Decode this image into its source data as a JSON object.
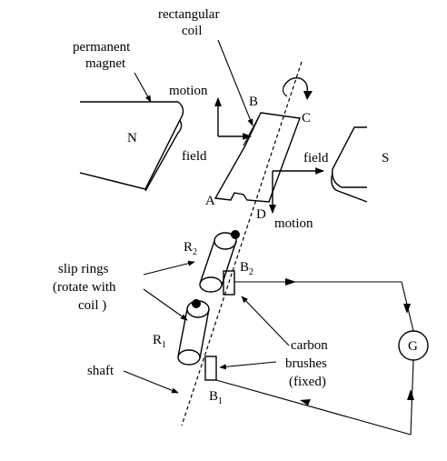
{
  "labels": {
    "rect_coil_1": "rectangular",
    "rect_coil_2": "coil",
    "perm_magnet_1": "permanent",
    "perm_magnet_2": "magnet",
    "motion_top": "motion",
    "motion_bottom": "motion",
    "field_left": "field",
    "field_right": "field",
    "pole_n": "N",
    "pole_s": "S",
    "corner_a": "A",
    "corner_b": "B",
    "corner_c": "C",
    "corner_d": "D",
    "slip_rings_1": "slip rings",
    "slip_rings_2": "(rotate with",
    "slip_rings_3": "coil )",
    "ring_r2": "R",
    "ring_r2_sub": "2",
    "ring_r1": "R",
    "ring_r1_sub": "1",
    "brush_b2": "B",
    "brush_b2_sub": "2",
    "brush_b1": "B",
    "brush_b1_sub": "1",
    "shaft": "shaft",
    "carbon_brushes_1": "carbon",
    "carbon_brushes_2": "brushes",
    "carbon_brushes_3": "(fixed)",
    "galvanometer": "G"
  },
  "icons": {
    "rotation": "rotation-arrow-icon",
    "galvanometer": "galvanometer-icon"
  }
}
